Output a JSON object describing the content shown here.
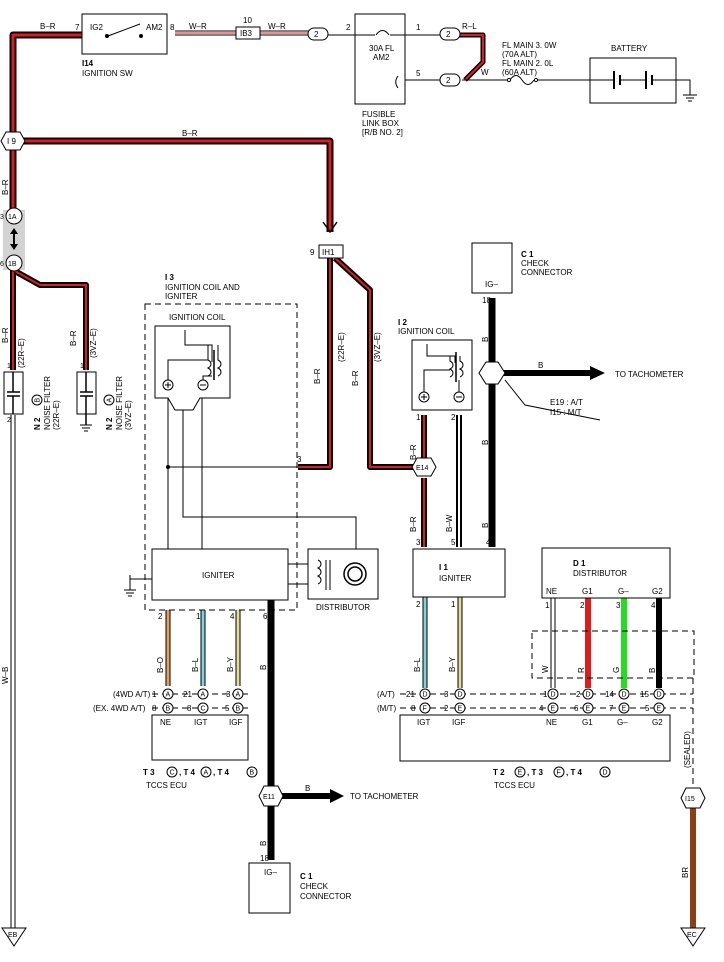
{
  "colors": {
    "B": "#000000",
    "R": "#e11b1b",
    "W": "#ffffff",
    "G": "#22dd22",
    "L": "#7fd3e0",
    "Y": "#e6dc9a",
    "O": "#e7a05a",
    "BR": "#8b3f13",
    "shade": "#d3d3d3"
  },
  "top": {
    "ig_switch": {
      "code": "I14",
      "name": "IGNITION SW",
      "term_ig2": "IG2",
      "term_am2": "AM2",
      "pin_left": "7",
      "pin_right": "8"
    },
    "ib3": {
      "label": "IB3",
      "pin": "10"
    },
    "conn2_pins": {
      "left": "2",
      "right_top": "2",
      "right_bottom": "2"
    },
    "fuse_box": {
      "fuse": "30A FL",
      "fuse_name": "AM2",
      "pin_in": "2",
      "pin_out_top": "1",
      "pin_out_bottom": "5",
      "name_line1": "FUSIBLE",
      "name_line2": "LINK BOX",
      "name_line3": "[R/B NO. 2]"
    },
    "fl_main": {
      "line1": "FL MAIN 3. 0W",
      "line2": "(70A ALT)",
      "line3": "FL MAIN 2. 0L",
      "line4": "(60A ALT)"
    },
    "battery": "BATTERY"
  },
  "wire_labels": {
    "b_r": "B–R",
    "w_r": "W–R",
    "r_l": "R–L",
    "w": "W",
    "w_b": "W–B",
    "b": "B",
    "b_w": "B–W",
    "b_o": "B–O",
    "b_l": "B–L",
    "b_y": "B–Y",
    "r": "R",
    "g": "G",
    "br": "BR",
    "22re": "(22R–E)",
    "3vze": "(3VZ–E)",
    "sealed": "(SEALED)"
  },
  "junctions": {
    "i9": "I 9",
    "a1": "1A",
    "b1": "1B",
    "ih1": "IH1",
    "ih1_pin": "9",
    "e14": "E14",
    "e11": "E11",
    "i15": "I15",
    "pin3_a": "3",
    "pin6_b": "6"
  },
  "noise_filters": {
    "n2b": {
      "code": "N 2",
      "badge": "B",
      "name": "NOISE FILTER",
      "sub": "(22R–E)",
      "pin_top": "1",
      "pin_bottom": "2"
    },
    "n2a": {
      "code": "N 2",
      "badge": "A",
      "name": "NOISE FILTER",
      "sub": "(3VZ–E)",
      "pin_top": "1"
    }
  },
  "i3": {
    "code": "I 3",
    "name1": "IGNITION COIL AND",
    "name2": "IGNITER",
    "coil": "IGNITION COIL",
    "igniter": "IGNITER",
    "distributor": "DISTRIBUTOR",
    "pin3": "3",
    "pins": [
      "2",
      "1",
      "4",
      "6"
    ]
  },
  "i2": {
    "code": "I 2",
    "name": "IGNITION COIL",
    "pin1": "1",
    "pin2": "2"
  },
  "i1": {
    "code": "I 1",
    "name": "IGNITER",
    "pins_top": [
      "3",
      "5",
      "4"
    ],
    "pins_bottom": [
      "2",
      "1"
    ]
  },
  "c1_top": {
    "code": "C 1",
    "name1": "CHECK",
    "name2": "CONNECTOR",
    "term": "IG–",
    "pin": "18"
  },
  "c1_bottom": {
    "code": "C 1",
    "name1": "CHECK",
    "name2": "CONNECTOR",
    "term": "IG–",
    "pin": "18"
  },
  "tach": {
    "label": "TO TACHOMETER",
    "note1": "E19 : A/T",
    "note2": "I15 : M/T"
  },
  "d1": {
    "code": "D 1",
    "name": "DISTRIBUTOR",
    "terms": [
      "NE",
      "G1",
      "G–",
      "G2"
    ],
    "pins": [
      "1",
      "2",
      "3",
      "4"
    ]
  },
  "left_ecu": {
    "row1": "(4WD A/T)",
    "row2": "(EX. 4WD A/T)",
    "r1": [
      {
        "p": "1",
        "b": "A"
      },
      {
        "p": "21",
        "b": "A"
      },
      {
        "p": "3",
        "b": "A"
      }
    ],
    "r2": [
      {
        "p": "8",
        "b": "B"
      },
      {
        "p": "8",
        "b": "C"
      },
      {
        "p": "5",
        "b": "B"
      }
    ],
    "terms": [
      "NE",
      "IGT",
      "IGF"
    ],
    "code_line": [
      "T 3",
      "C",
      ", T 4",
      "A",
      ", T 4",
      "B"
    ],
    "name": "TCCS ECU"
  },
  "right_ecu": {
    "row1": "(A/T)",
    "row2": "(M/T)",
    "r1": [
      {
        "p": "21",
        "b": "D"
      },
      {
        "p": "3",
        "b": "D"
      },
      {
        "p": "1",
        "b": "D"
      },
      {
        "p": "2",
        "b": "D"
      },
      {
        "p": "14",
        "b": "D"
      },
      {
        "p": "15",
        "b": "D"
      }
    ],
    "r2": [
      {
        "p": "8",
        "b": "F"
      },
      {
        "p": "2",
        "b": "E"
      },
      {
        "p": "4",
        "b": "E"
      },
      {
        "p": "6",
        "b": "E"
      },
      {
        "p": "7",
        "b": "E"
      },
      {
        "p": "5",
        "b": "E"
      }
    ],
    "terms": [
      "IGT",
      "IGF",
      "NE",
      "G1",
      "G–",
      "G2"
    ],
    "code_line": [
      "T 2",
      "E",
      ", T 3",
      "F",
      ", T 4",
      "D"
    ],
    "name": "TCCS ECU"
  },
  "grounds": {
    "eb": "EB",
    "ec": "EC"
  }
}
